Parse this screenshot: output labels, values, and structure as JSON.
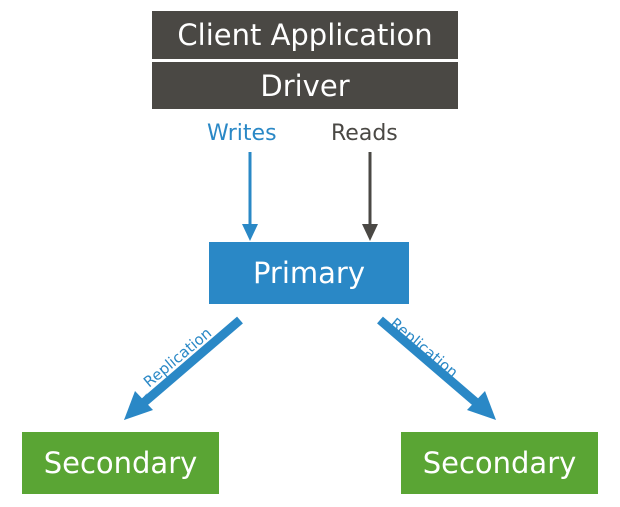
{
  "nodes": {
    "client_application": "Client Application",
    "driver": "Driver",
    "primary": "Primary",
    "secondary_left": "Secondary",
    "secondary_right": "Secondary"
  },
  "edges": {
    "writes": "Writes",
    "reads": "Reads",
    "replication_left": "Replication",
    "replication_right": "Replication"
  },
  "colors": {
    "client_driver": "#4a4844",
    "primary": "#2a88c6",
    "secondary": "#5aa534",
    "writes_arrow": "#2a88c6",
    "reads_arrow": "#4a4844",
    "replication_arrow": "#2a88c6"
  }
}
